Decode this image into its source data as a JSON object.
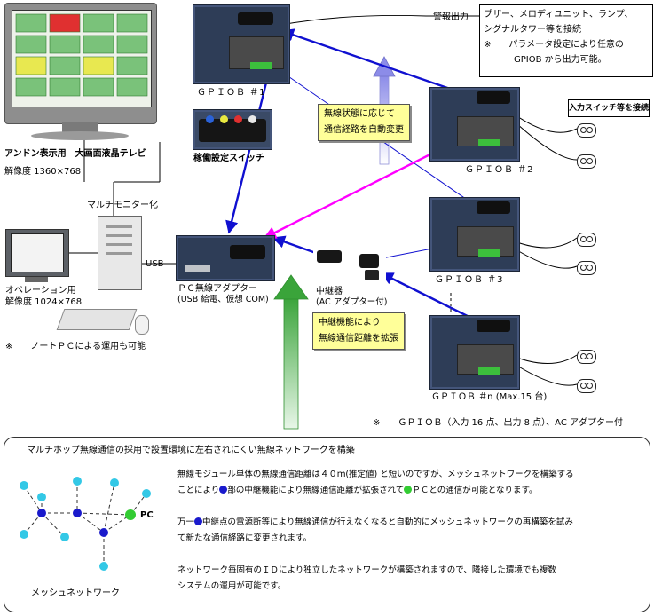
{
  "labels": {
    "tv_title": "アンドン表示用　大画面液晶テレビ",
    "tv_res": "解像度 1360×768",
    "multi_monitor": "マルチモニター化",
    "op_title": "オペレーション用",
    "op_res": "解像度 1024×768",
    "note_pc": "※　　ノートＰＣによる運用も可能",
    "usb": "USB",
    "pc_adapter_1": "ＰＣ無線アダプター",
    "pc_adapter_2": "(USB 給電、仮想 COM)",
    "gpiob1": "ＧＰＩＯＢ ＃1",
    "switch_box": "稼働設定スイッチ",
    "relay_1": "中継器",
    "relay_2": "(AC アダプター付)",
    "gpiob2": "ＧＰＩＯＢ ＃2",
    "gpiob3": "ＧＰＩＯＢ ＃3",
    "gpiobn": "ＧＰＩＯＢ ＃n (Max.15 台)",
    "alarm_out": "警報出力",
    "alarm_desc_1": "ブザー、メロディユニット、ランプ、",
    "alarm_desc_2": "シグナルタワー等を接続",
    "alarm_desc_3": "※　　パラメータ設定により任意の",
    "alarm_desc_4": "GPIOB から出力可能。",
    "input_switch": "入力スイッチ等を接続",
    "route_box_1": "無線状態に応じて",
    "route_box_2": "通信経路を自動変更",
    "relay_box_1": "中継機能により",
    "relay_box_2": "無線通信距離を拡張",
    "gpiob_note": "※　　ＧＰＩＯＢ（入力 16 点、出力 8 点）、AC アダプター付"
  },
  "mesh": {
    "title": "マルチホップ無線通信の採用で設置環境に左右されにくい無線ネットワークを構築",
    "caption": "メッシュネットワーク",
    "pc_label": "PC",
    "p1_line1": "無線モジュール単体の無線通信距離は４０ｍ(推定値) と短いのですが、メッシュネットワークを構築する",
    "p1_line2_a": "ことにより",
    "p1_line2_b": "部の中継機能により無線通信距離が拡張されて",
    "p1_line2_c": "ＰＣとの通信が可能となります。",
    "p2_line1_a": "万一",
    "p2_line1_b": "中継点の電源断等により無線通信が行えなくなると自動的にメッシュネットワークの再構築を試み",
    "p2_line2": "て新たな通信経路に変更されます。",
    "p3_line1": "ネットワーク毎固有のＩＤにより独立したネットワークが構築されますので、隣接した環境でも複数",
    "p3_line2": "システムの運用が可能です。"
  },
  "colors": {
    "blue_link": "#1010d0",
    "magenta_link": "#ff00ff",
    "relay_node": "#1a1acc",
    "end_node": "#33c8e6",
    "pc_node": "#33cc33",
    "note_box": "#ffff99",
    "green_arrow": "#7dc47d",
    "lavender_arrow": "#b8b8ee"
  },
  "icons": [
    "tv-display-icon",
    "monitor-icon",
    "pc-tower-icon",
    "keyboard-icon",
    "mouse-icon",
    "usb-adapter-icon",
    "relay-unit-icon",
    "gpiob-unit-icon",
    "switch-icon"
  ]
}
